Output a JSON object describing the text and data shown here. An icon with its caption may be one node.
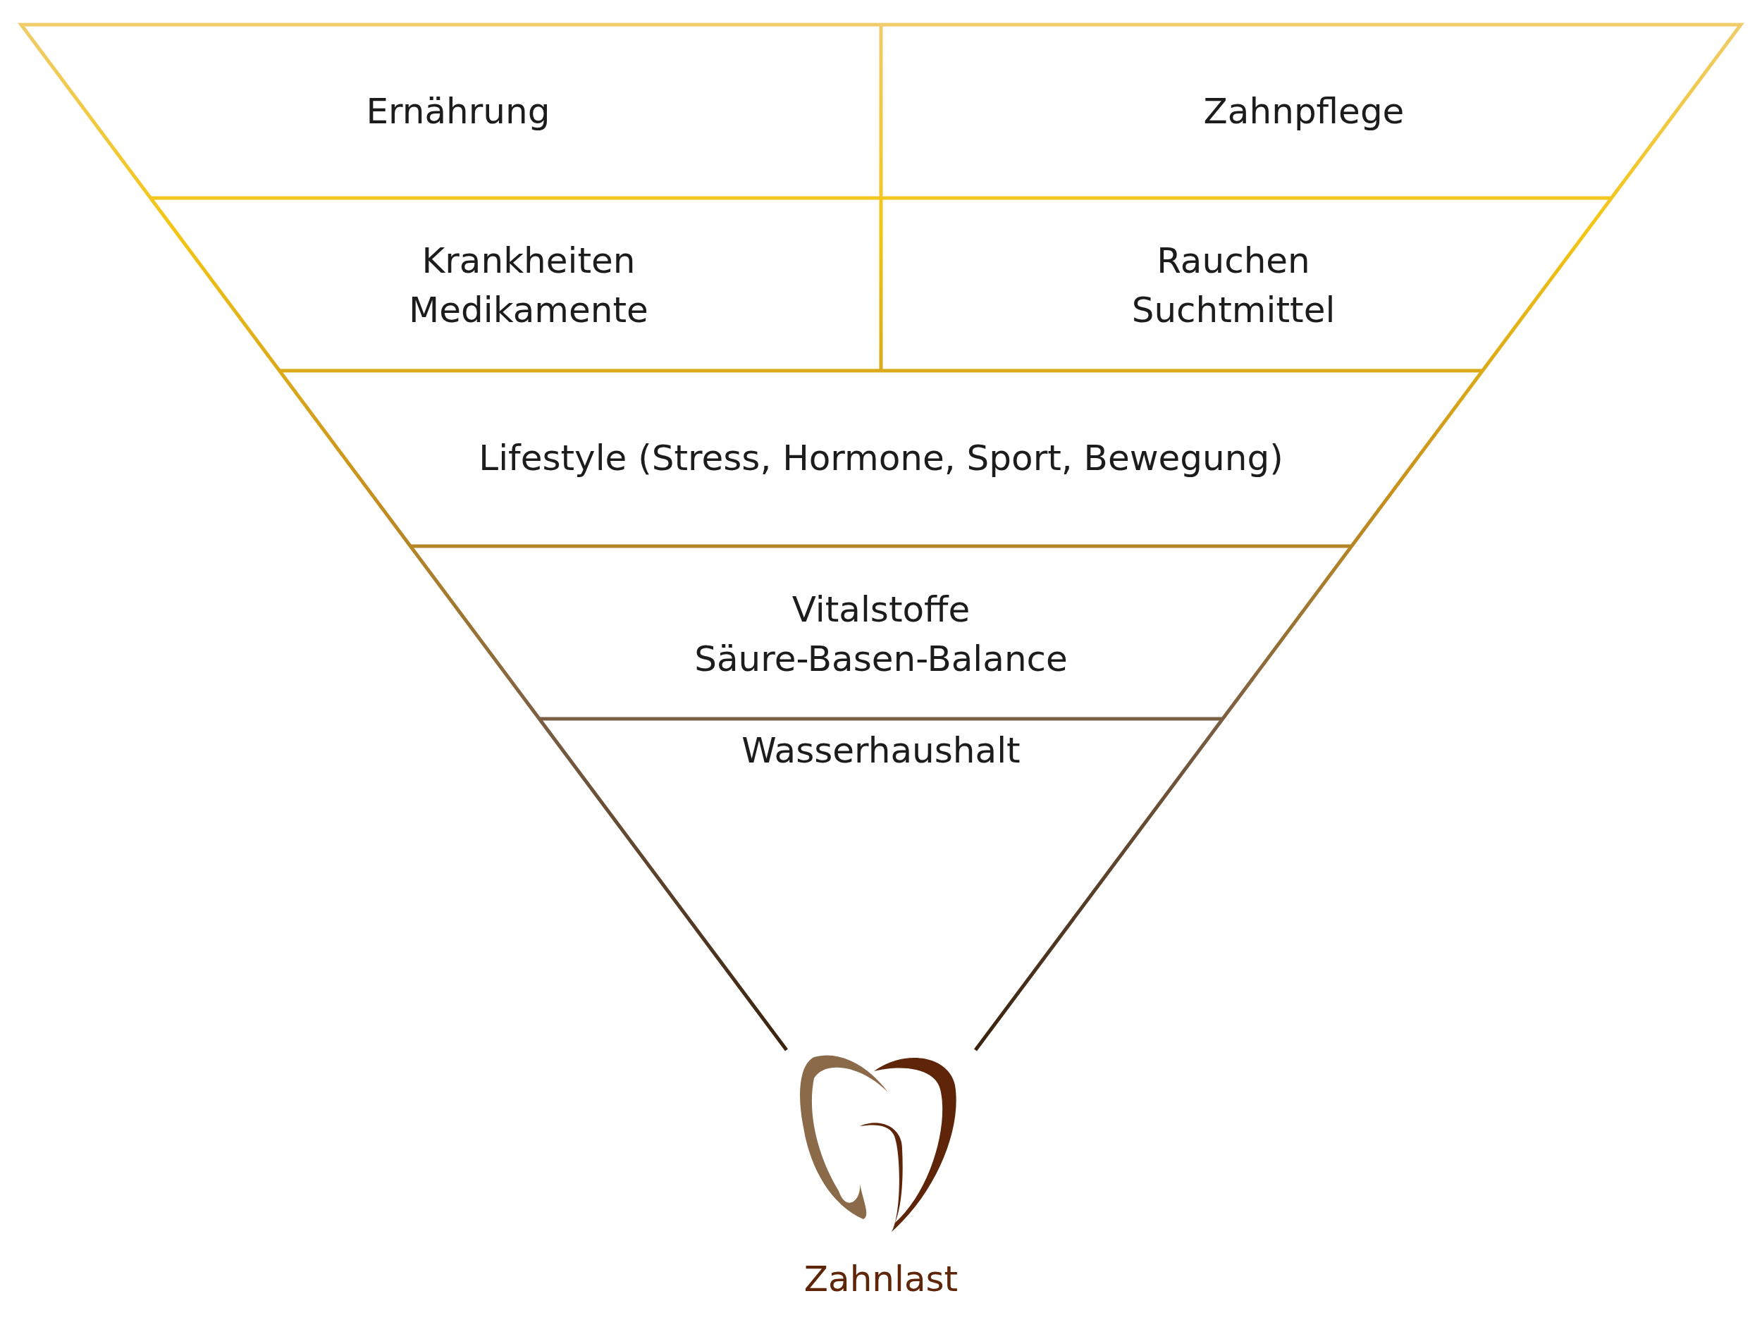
{
  "diagram": {
    "nodes": [
      {
        "text": [
          "Ernährung"
        ]
      },
      {
        "text": [
          "Zahnpflege"
        ]
      },
      {
        "text": [
          "Krankheiten",
          "Medikamente"
        ]
      },
      {
        "text": [
          "Rauchen",
          "Suchtmittel"
        ]
      },
      {
        "text": [
          "Lifestyle (Stress, Hormone, Sport, Bewegung)"
        ]
      },
      {
        "text": [
          "Vitalstoffe",
          "Säure-Basen-Balance"
        ]
      },
      {
        "text": [
          "Wasserhaushalt"
        ]
      },
      {
        "text": [
          "Zahnlast"
        ]
      }
    ]
  }
}
